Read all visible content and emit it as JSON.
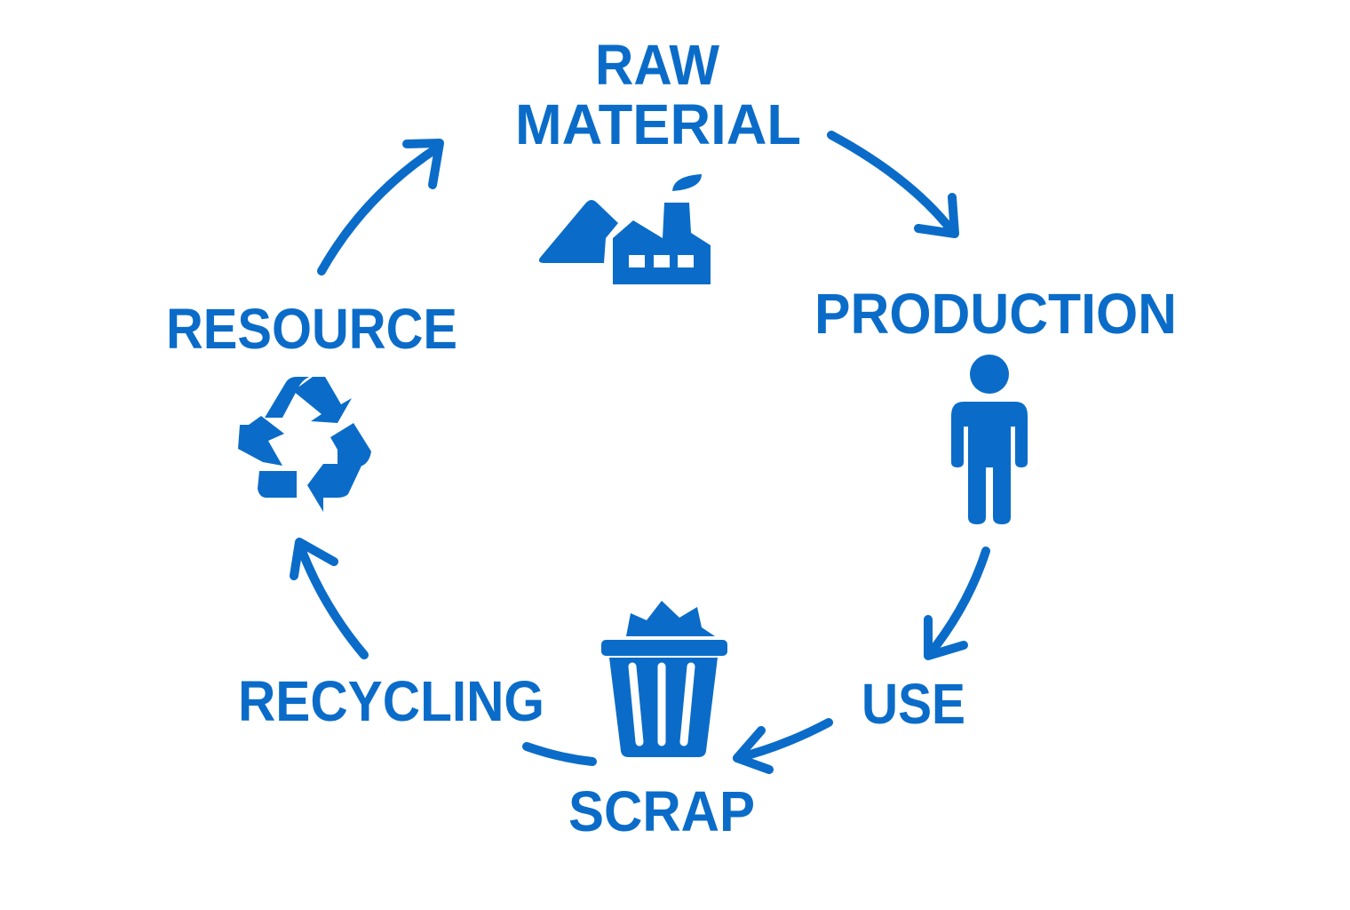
{
  "colors": {
    "primary": "#0a6cc8",
    "background": "#ffffff"
  },
  "stages": {
    "raw_material": {
      "line1": "RAW",
      "line2": "MATERIAL",
      "icon": "factory-icon"
    },
    "production": {
      "label": "PRODUCTION",
      "icon": "person-icon"
    },
    "use": {
      "label": "USE"
    },
    "scrap": {
      "label": "SCRAP",
      "icon": "trash-bin-icon"
    },
    "recycling": {
      "label": "RECYCLING"
    },
    "resource": {
      "label": "RESOURCE",
      "icon": "recycle-icon"
    }
  }
}
